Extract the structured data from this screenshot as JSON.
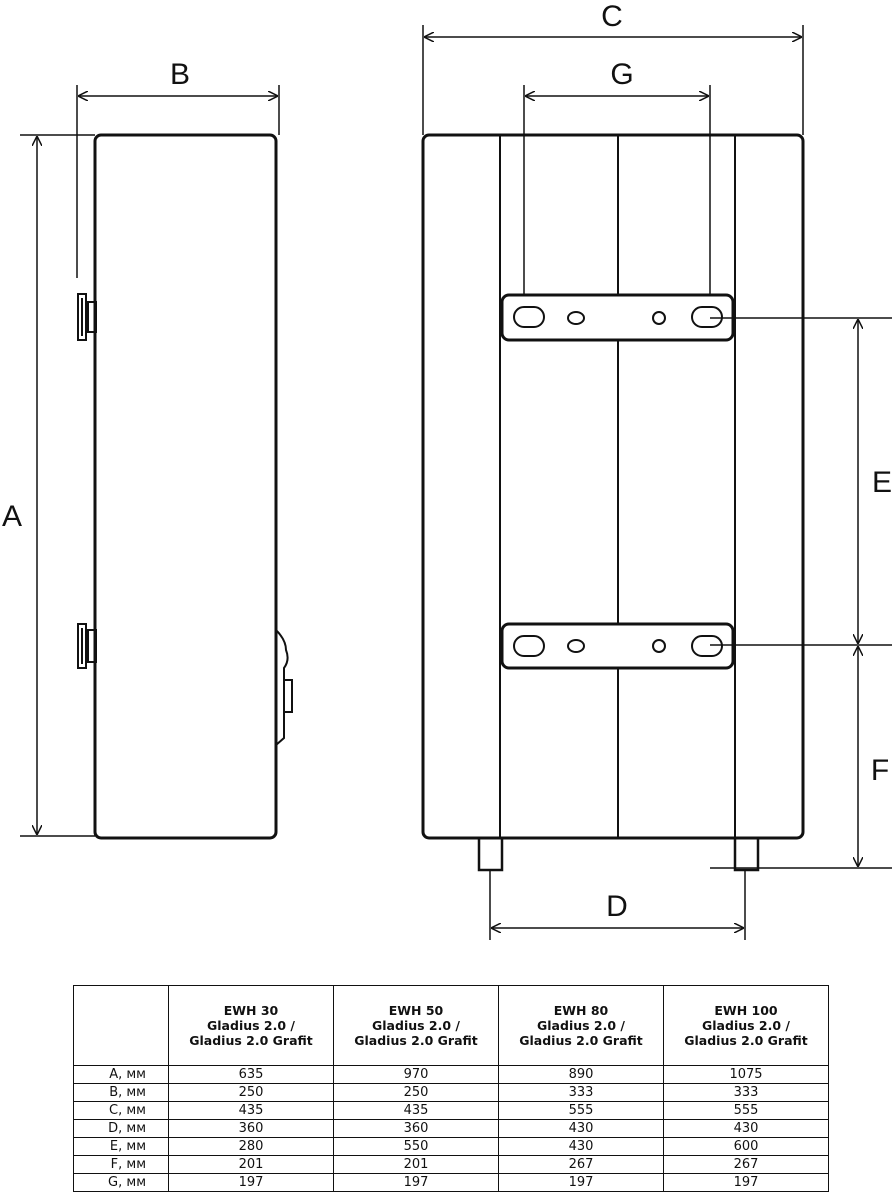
{
  "dimension_labels": {
    "A": "A",
    "B": "B",
    "C": "C",
    "D": "D",
    "E": "E",
    "F": "F",
    "G": "G"
  },
  "table": {
    "columns": [
      {
        "line1": "EWH 30",
        "line2": "Gladius 2.0 /",
        "line3": "Gladius 2.0 Grafit"
      },
      {
        "line1": "EWH 50",
        "line2": "Gladius 2.0 /",
        "line3": "Gladius 2.0 Grafit"
      },
      {
        "line1": "EWH 80",
        "line2": "Gladius 2.0 /",
        "line3": "Gladius 2.0 Grafit"
      },
      {
        "line1": "EWH 100",
        "line2": "Gladius 2.0 /",
        "line3": "Gladius 2.0 Grafit"
      }
    ],
    "rows": [
      {
        "label": "A, мм",
        "values": [
          "635",
          "970",
          "890",
          "1075"
        ]
      },
      {
        "label": "B, мм",
        "values": [
          "250",
          "250",
          "333",
          "333"
        ]
      },
      {
        "label": "C, мм",
        "values": [
          "435",
          "435",
          "555",
          "555"
        ]
      },
      {
        "label": "D, мм",
        "values": [
          "360",
          "360",
          "430",
          "430"
        ]
      },
      {
        "label": "E, мм",
        "values": [
          "280",
          "550",
          "430",
          "600"
        ]
      },
      {
        "label": "F, мм",
        "values": [
          "201",
          "201",
          "267",
          "267"
        ]
      },
      {
        "label": "G, мм",
        "values": [
          "197",
          "197",
          "197",
          "197"
        ]
      }
    ]
  }
}
